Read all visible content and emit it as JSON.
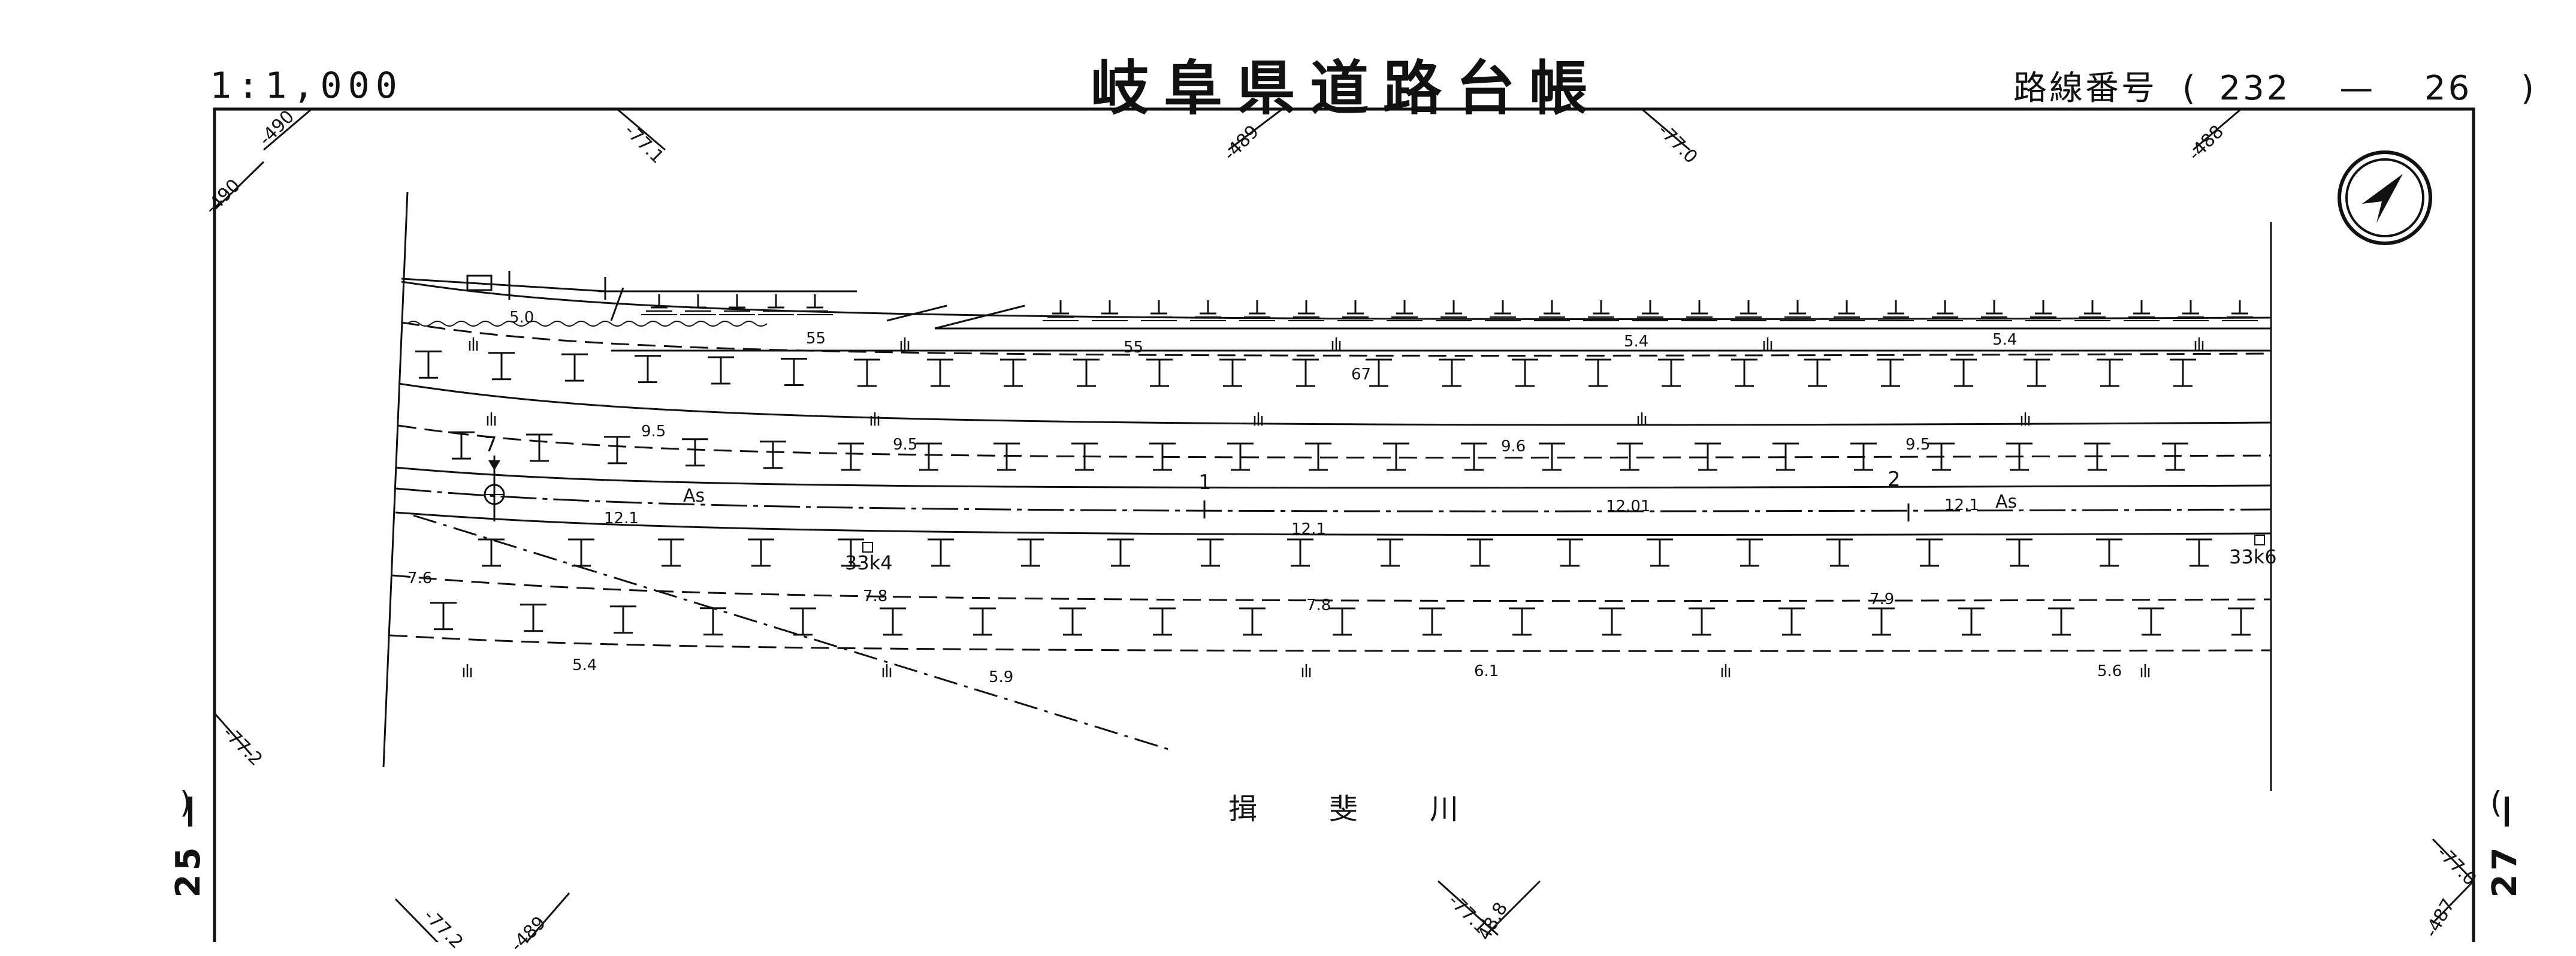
{
  "header": {
    "scale": "1:1,000",
    "title": "岐阜県道路台帳",
    "route_label": "路線番号",
    "route_open": "(",
    "route_major": "232",
    "route_dash": "—",
    "route_minor": "26",
    "route_close": ")"
  },
  "sheet_links": {
    "left": "25",
    "right": "27",
    "left_dash": "—",
    "right_dash": "—",
    "paren_left": ")",
    "paren_right": "("
  },
  "river_name": "揖斐川",
  "grid_labels": {
    "top": [
      "-490",
      "-77.1",
      "-489",
      "-77.0",
      "-488"
    ],
    "left": [
      "-490",
      "-77.2"
    ],
    "bottom": [
      "-77.2",
      "-489",
      "-77.1",
      "48.8"
    ],
    "right": [
      "-77.0",
      "-487"
    ]
  },
  "elevations": {
    "row1": [
      "5.0",
      "55",
      "55",
      "5.4",
      "5.4"
    ],
    "row2": [
      "67"
    ],
    "row3": [
      "9.5",
      "9.5",
      "9.6",
      "9.5"
    ],
    "centre": [
      "12.1",
      "12.1",
      "12.01",
      "12.1"
    ],
    "row5": [
      "7.6",
      "7.8",
      "7.8",
      "7.9"
    ],
    "row6": [
      "5.4",
      "5.9",
      "6.1",
      "5.6"
    ]
  },
  "kilometre_posts": [
    "33k4",
    "33k6"
  ],
  "surface_labels": [
    "As",
    "As"
  ],
  "lane_numbers": [
    "1",
    "2"
  ],
  "station_number": "7",
  "compass": {
    "name": "north-arrow",
    "color": "#000000"
  },
  "colors": {
    "ink": "#111111",
    "background": "#ffffff"
  }
}
